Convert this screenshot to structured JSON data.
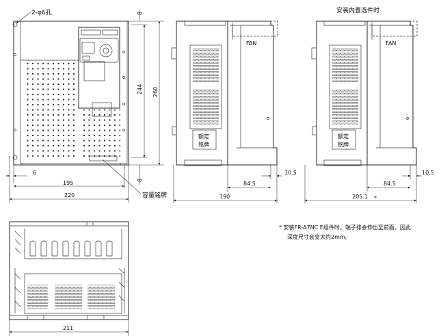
{
  "labels": {
    "hole_note": "2-φ6孔",
    "option_title": "安装内置选件时",
    "fan_left": "FAN",
    "fan_right": "FAN",
    "capacity_plate": "容量铭牌",
    "rating_plate_left_1": "额定",
    "rating_plate_left_2": "铭牌",
    "rating_plate_right_1": "额定",
    "rating_plate_right_2": "铭牌",
    "footnote_line1": "* 安装FR-A7NC  E组件时，端子排会伸出至前面，因此",
    "footnote_line2": "深度尺寸会变大约2mm。",
    "asterisk": "*"
  },
  "dimensions": {
    "front_height_inner": "244",
    "front_height_total": "260",
    "clearance_top": "8",
    "clearance_bottom": "8",
    "hole_offset": "6",
    "hole_pitch": "195",
    "front_width": "220",
    "side_depth": "190",
    "side_depth_option": "205.1",
    "side_part_left": "84.5",
    "side_part_right": "84.5",
    "side_step_left": "10.5",
    "side_step_right": "10.5",
    "bottom_width": "211"
  }
}
